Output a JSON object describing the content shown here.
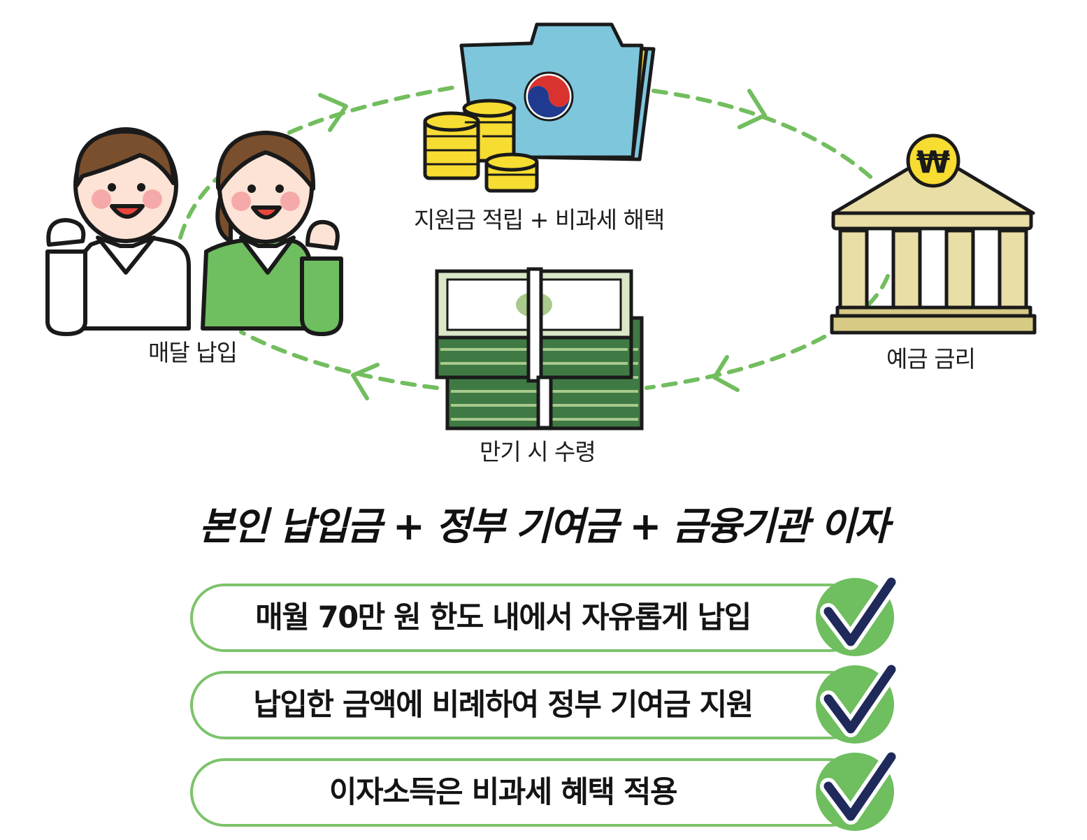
{
  "diagram": {
    "nodes": {
      "people": {
        "caption": "매달 납입",
        "icon": "couple-cheering-icon"
      },
      "government": {
        "caption": "지원금 적립 + 비과세 해택",
        "icon": "government-folder-coins-icon"
      },
      "bank": {
        "caption": "예금 금리",
        "icon": "bank-won-icon",
        "symbol": "₩"
      },
      "payout": {
        "caption": "만기 시 수령",
        "icon": "cash-bundle-icon"
      }
    },
    "arrow_color": "#72bd5e"
  },
  "formula": "본인 납입금 + 정부 기여금 + 금융기관 이자",
  "benefits": [
    {
      "text": "매월 70만 원 한도 내에서 자유롭게 납입",
      "icon": "check-icon"
    },
    {
      "text": "납입한 금액에 비례하여 정부 기여금 지원",
      "icon": "check-icon"
    },
    {
      "text": "이자소득은 비과세 혜택 적용",
      "icon": "check-icon"
    }
  ],
  "colors": {
    "accent_green": "#7cc36b",
    "check_navy": "#1f2a5a",
    "folder_blue": "#7ec6dc",
    "coin_yellow": "#f7dc32"
  }
}
